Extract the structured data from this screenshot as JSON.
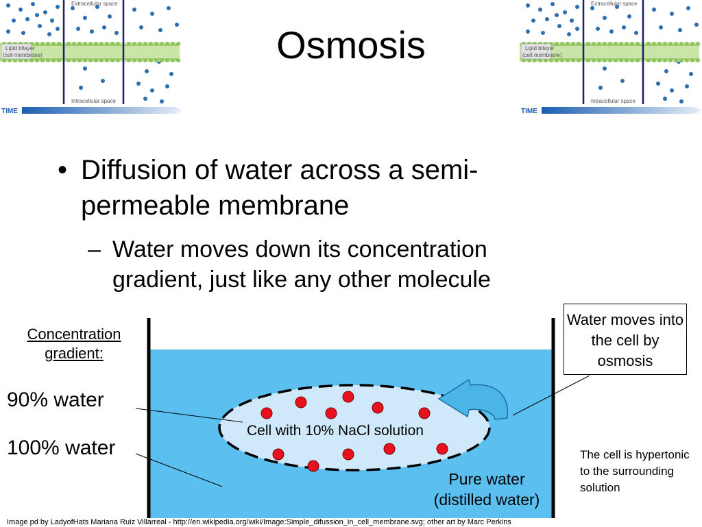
{
  "slide": {
    "title": "Osmosis",
    "bullet": "Diffusion of water across a semi-permeable membrane",
    "sub_bullet": "Water moves down its concentration gradient, just like any other molecule",
    "bullet_marker": "•",
    "sub_bullet_marker": "–"
  },
  "diagram": {
    "gradient_label": "Concentration gradient:",
    "label_90": "90% water",
    "label_100": "100% water",
    "water_moves": "Water moves into the cell by osmosis",
    "hypertonic": "The cell is hypertonic to the surrounding solution",
    "cell_label": "Cell with 10% NaCl solution",
    "pure_water_line1": "Pure water",
    "pure_water_line2": "(distilled water)",
    "colors": {
      "water": "#5bc0ef",
      "cell": "#cfe9fb",
      "solute": "#e8121e",
      "arrow": "#4ab5e6"
    }
  },
  "thumbnails": {
    "extracellular": "Extracellular space",
    "intracellular": "Intracellular space",
    "lipid_line1": "Lipid bilayer",
    "lipid_line2": "(cell membrane)",
    "time": "TIME"
  },
  "credit": "Image pd by LadyofHats Mariana Ruiz Villarreal - http://en.wikipedia.org/wiki/Image:Simple_difussion_in_cell_membrane.svg; other art by Marc Perkins"
}
